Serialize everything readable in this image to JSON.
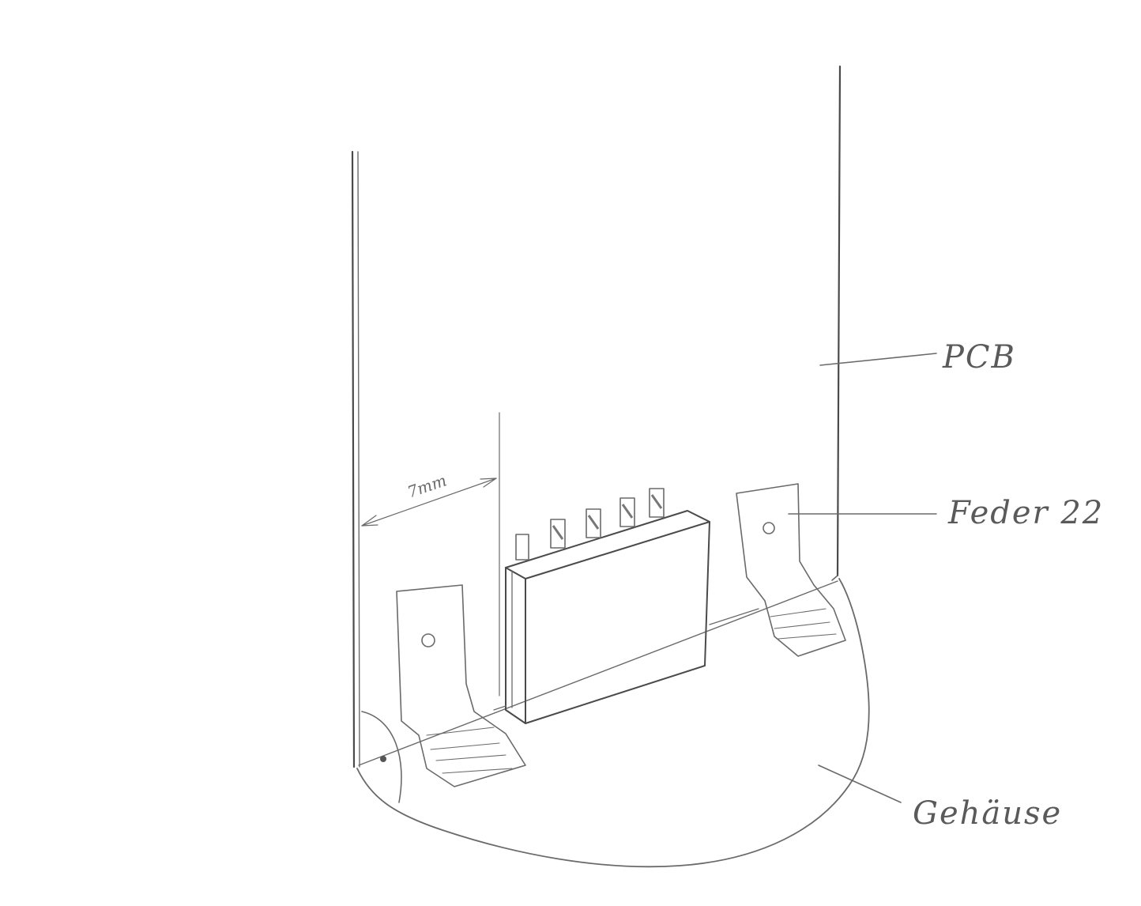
{
  "labels": {
    "pcb": "PCB",
    "spring": "Feder 22",
    "housing": "Gehäuse",
    "dimension": "7mm"
  }
}
